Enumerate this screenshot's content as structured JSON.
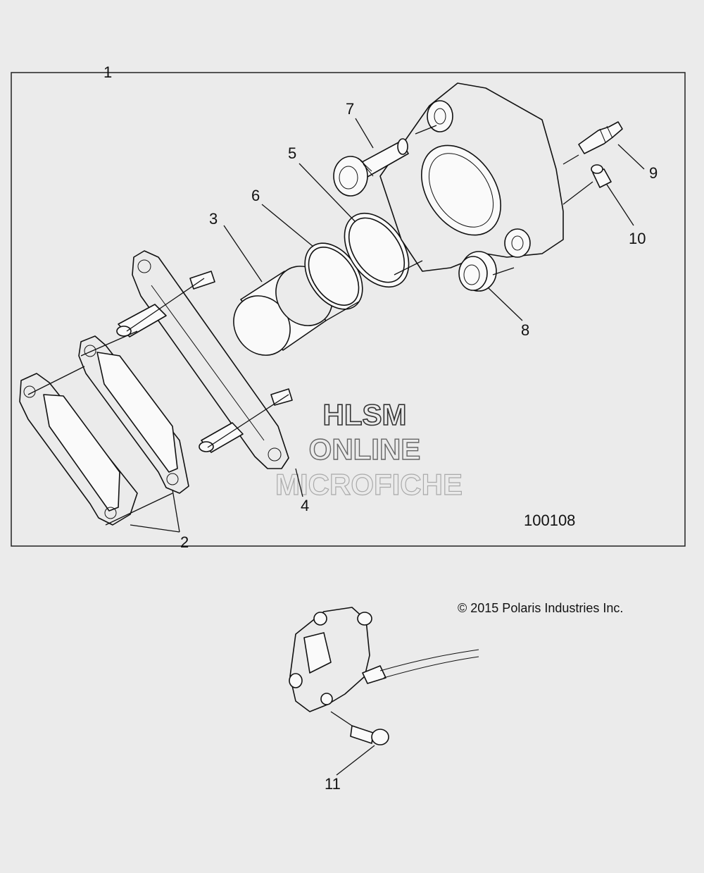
{
  "frame_number": "1",
  "diagram_id": "100108",
  "copyright": "© 2015 Polaris Industries Inc.",
  "watermark": {
    "line1": "HLSM",
    "line2": "ONLINE",
    "line3": "MICROFICHE"
  },
  "callouts": [
    {
      "id": "c2",
      "label": "2"
    },
    {
      "id": "c3",
      "label": "3"
    },
    {
      "id": "c4",
      "label": "4"
    },
    {
      "id": "c5",
      "label": "5"
    },
    {
      "id": "c6",
      "label": "6"
    },
    {
      "id": "c7",
      "label": "7"
    },
    {
      "id": "c8",
      "label": "8"
    },
    {
      "id": "c9",
      "label": "9"
    },
    {
      "id": "c10",
      "label": "10"
    },
    {
      "id": "c11",
      "label": "11"
    }
  ]
}
